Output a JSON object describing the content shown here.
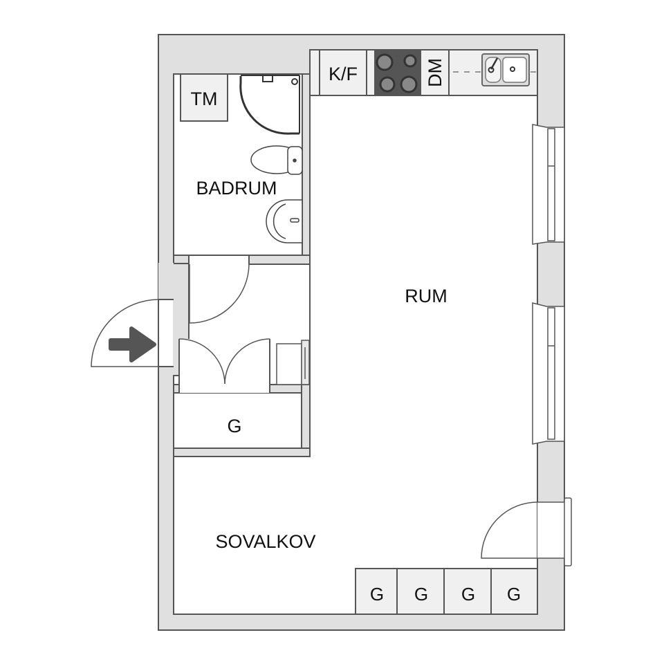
{
  "plan": {
    "colors": {
      "wall_fill": "#e0e0e0",
      "wall_stroke": "#555555",
      "floor": "#ffffff",
      "fixture_fill": "#f0f0f0",
      "stove": "#555555",
      "arrow": "#555555"
    },
    "rooms": {
      "rum": "RUM",
      "badrum": "BADRUM",
      "sovalkov": "SOVALKOV",
      "hall_closet": "G"
    },
    "fixtures": {
      "tm": "TM",
      "kf": "K/F",
      "dm": "DM",
      "wardrobes": [
        "G",
        "G",
        "G",
        "G"
      ]
    },
    "entrance_arrow": "entrance-arrow"
  }
}
